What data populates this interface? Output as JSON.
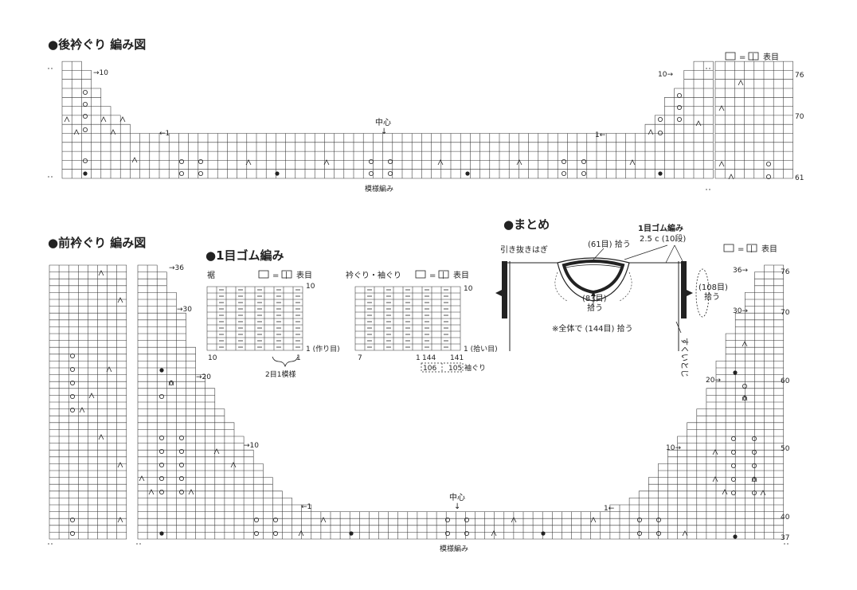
{
  "titles": {
    "back_neck": "●後衿ぐり 編み図",
    "front_neck": "●前衿ぐり 編み図",
    "rib": "●1目ゴム編み",
    "finishing": "●まとめ"
  },
  "legend": {
    "eq": "=",
    "symbol": "|",
    "knit": "表目"
  },
  "back": {
    "row_left_top": "→10",
    "row_left_bottom": "←1",
    "row_right_top": "10→",
    "row_right_bottom": "1←",
    "center": "中心",
    "arrow_down": "↓",
    "pattern": "模様編み",
    "rows": [
      "76",
      "70",
      "61"
    ]
  },
  "front": {
    "rows_left": [
      "→36",
      "→30",
      "→20",
      "→10",
      "←1"
    ],
    "rows_right": [
      "36→",
      "30→",
      "20→",
      "10→",
      "1←"
    ],
    "row_nums": [
      "76",
      "70",
      "60",
      "50",
      "40",
      "37"
    ],
    "center": "中心",
    "arrow_down": "↓",
    "pattern": "模様編み"
  },
  "rib_hem": {
    "title": "裾",
    "top": "10",
    "bottom": "1 (作り目)",
    "left": "10",
    "right": "1",
    "repeat": "2目1模様"
  },
  "rib_neck": {
    "title": "衿ぐり・袖ぐり",
    "top": "10",
    "bottom": "1 (拾い目)",
    "left": "7",
    "mid1": "1",
    "mid2": "144",
    "right": "141",
    "b1": "106",
    "b2": "105",
    "sleeve": "袖ぐり"
  },
  "finishing": {
    "slip_seam": "引き抜きはぎ",
    "rib_label": "1目ゴム編み",
    "rib_size": "2.5 c (10段)",
    "back_pick": "(61目) 拾う",
    "front_pick1": "(83目)",
    "front_pick2": "拾う",
    "total": "※全体で (144目) 拾う",
    "sleeve_pick1": "(108目)",
    "sleeve_pick2": "拾う",
    "side": "すくいとじ"
  }
}
